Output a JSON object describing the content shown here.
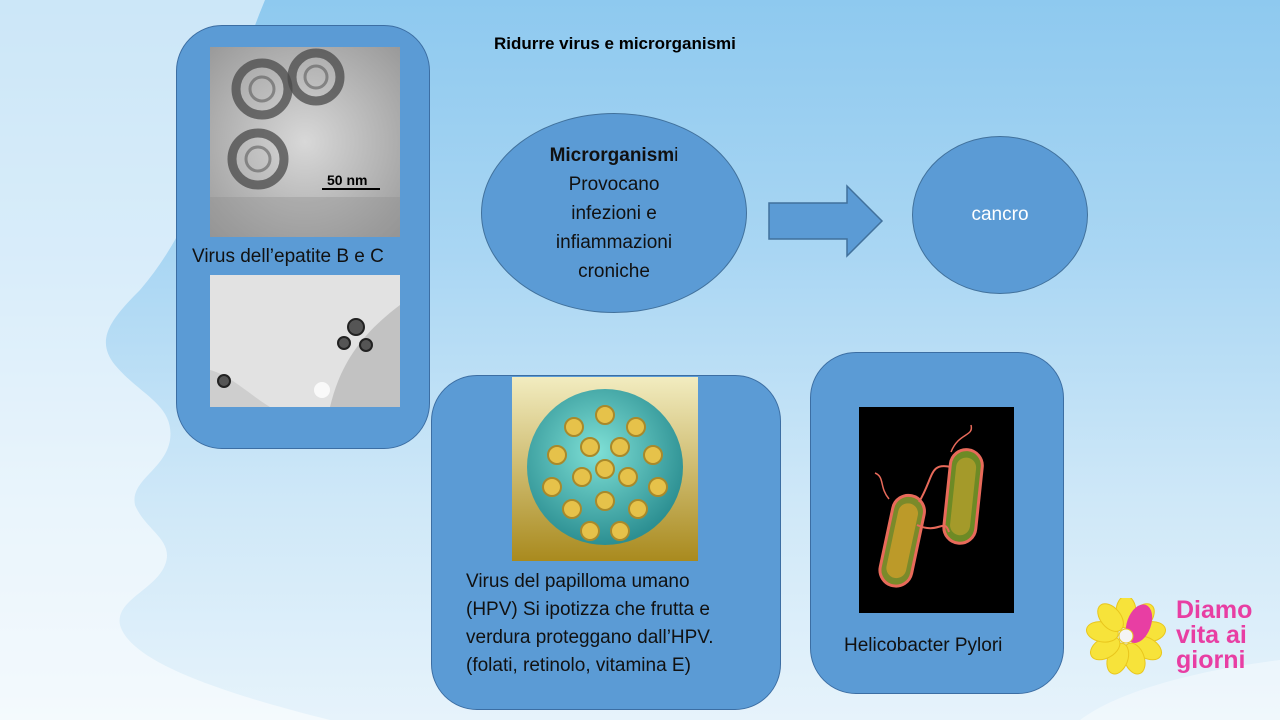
{
  "slide": {
    "title": "Ridurre virus e microrganismi"
  },
  "hepatitis": {
    "scale_label": "50 nm",
    "caption": "Virus dell’epatite B e C"
  },
  "microorganisms": {
    "heading": "Microrganism",
    "heading_tail": "i",
    "lines": [
      "Provocano",
      "infezioni e",
      "infiammazioni",
      "croniche"
    ]
  },
  "cancer": {
    "label": "cancro"
  },
  "hpv": {
    "caption_lines": [
      "Virus del papilloma umano",
      "(HPV) Si ipotizza che frutta e",
      "verdura proteggano dall’HPV.",
      "(folati, retinolo, vitamina E)"
    ]
  },
  "helicobacter": {
    "caption": "Helicobacter Pylori"
  },
  "logo": {
    "lines": [
      "Diamo",
      "vita ai",
      "giorni"
    ],
    "color": "#e83ea3"
  },
  "colors": {
    "card": "#5b9bd5",
    "card_border": "#3c6ea3"
  }
}
